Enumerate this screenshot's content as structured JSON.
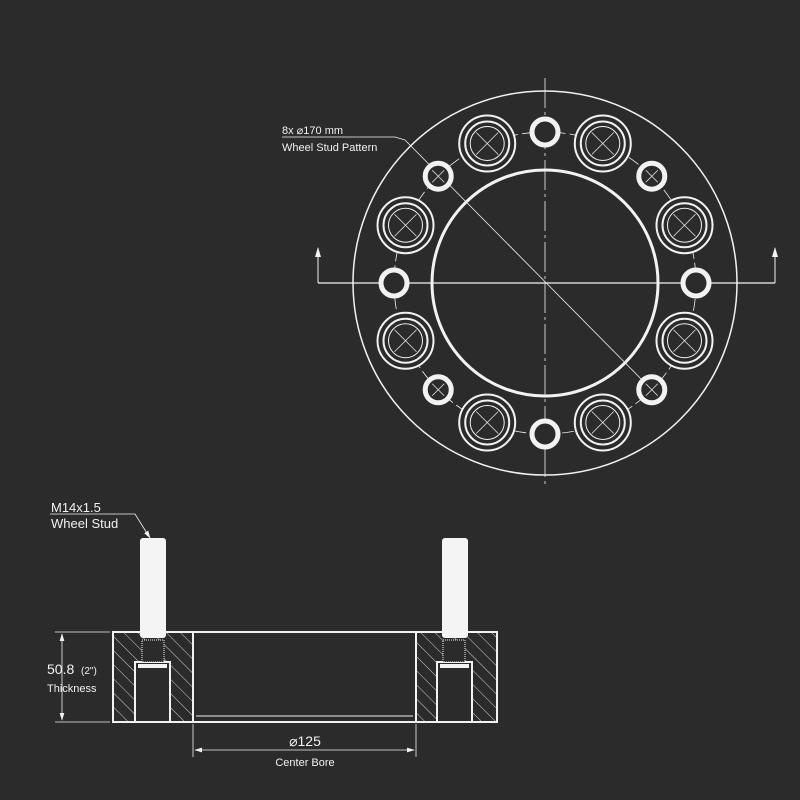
{
  "top_view": {
    "pattern_label": "8x ⌀170 mm",
    "pattern_sublabel": "Wheel Stud  Pattern",
    "stud_count": 8
  },
  "side_view": {
    "stud_label": "M14x1.5",
    "stud_sublabel": "Wheel Stud",
    "thickness_value": "50.8",
    "thickness_inch": "(2\")",
    "thickness_label": "Thickness",
    "bore_value": "⌀125",
    "bore_label": "Center Bore"
  },
  "colors": {
    "background": "#2b2b2b",
    "line": "#f2f2f2"
  }
}
